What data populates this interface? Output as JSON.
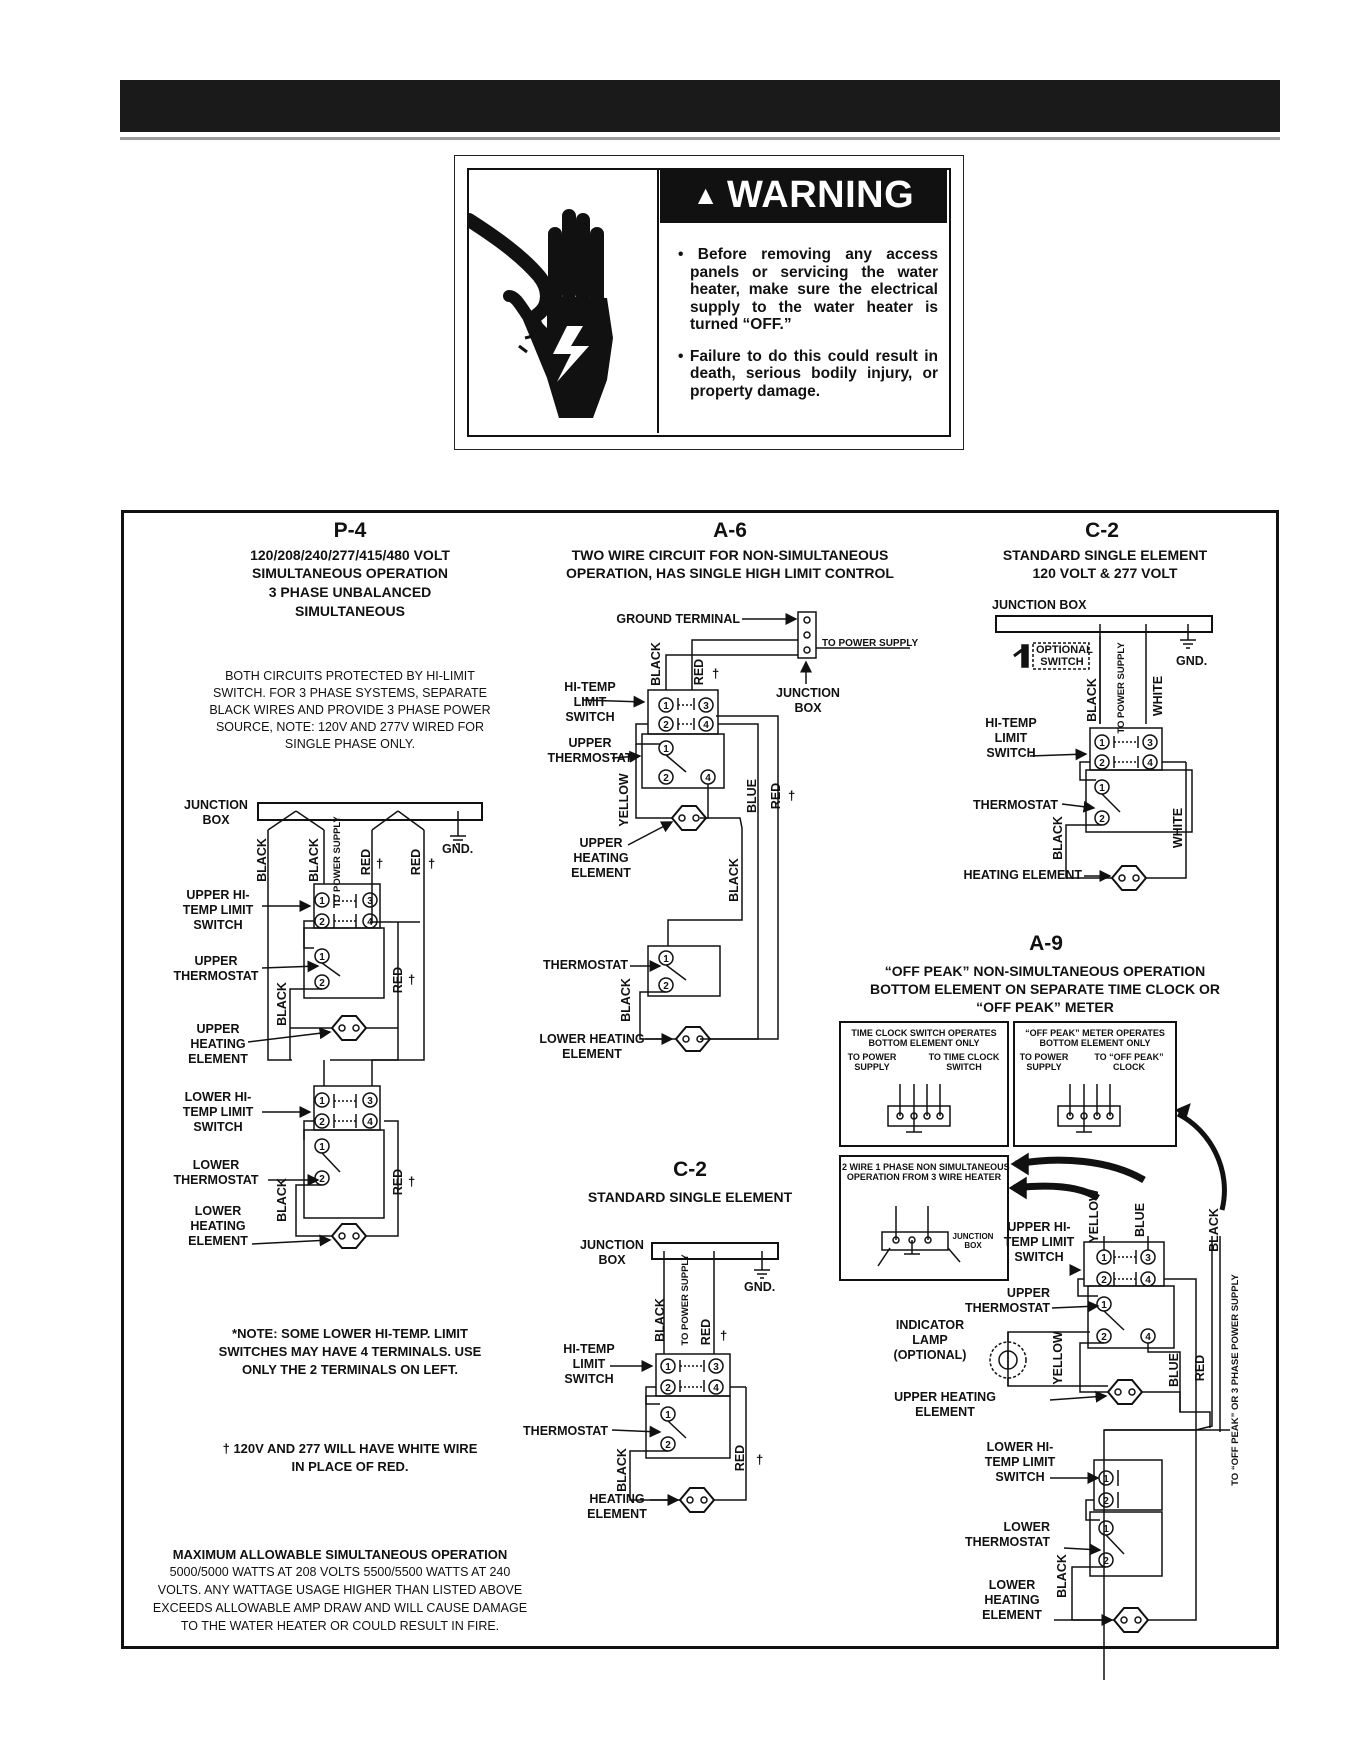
{
  "warning": {
    "heading": "WARNING",
    "bullet1": "Before removing any access panels or servicing the water heater, make sure the electrical supply to the water heater is turned “OFF.”",
    "bullet2": "Failure to do this could result in death, serious bodily injury, or property damage."
  },
  "p4": {
    "title": "P-4",
    "sub1": "120/208/240/277/415/480 VOLT",
    "sub2": "SIMULTANEOUS OPERATION",
    "sub3": "3 PHASE UNBALANCED",
    "sub4": "SIMULTANEOUS",
    "note1": "BOTH CIRCUITS PROTECTED BY HI-LIMIT",
    "note2": "SWITCH. FOR 3 PHASE SYSTEMS, SEPARATE",
    "note3": "BLACK WIRES AND PROVIDE 3 PHASE POWER",
    "note4": "SOURCE, NOTE: 120V AND 277V WIRED FOR",
    "note5": "SINGLE PHASE ONLY.",
    "junction_box": "JUNCTION BOX",
    "upper_limit": "UPPER HI-TEMP LIMIT SWITCH",
    "upper_thermostat": "UPPER THERMOSTAT",
    "upper_element": "UPPER HEATING ELEMENT",
    "lower_limit": "LOWER HI-TEMP LIMIT SWITCH",
    "lower_thermostat": "LOWER THERMOSTAT",
    "lower_element": "LOWER HEATING ELEMENT",
    "gnd": "GND.",
    "star_note1": "*NOTE: SOME LOWER HI-TEMP. LIMIT",
    "star_note2": "SWITCHES MAY HAVE 4 TERMINALS. USE",
    "star_note3": "ONLY THE 2 TERMINALS ON LEFT.",
    "dagger_note1": "† 120V AND 277 WILL HAVE WHITE WIRE",
    "dagger_note2": "IN PLACE OF RED.",
    "max_title": "MAXIMUM  ALLOWABLE SIMULTANEOUS OPERATION",
    "max1": "5000/5000 WATTS AT 208 VOLTS 5500/5500 WATTS AT 240",
    "max2": "VOLTS. ANY WATTAGE USAGE HIGHER THAN LISTED ABOVE",
    "max3": "EXCEEDS ALLOWABLE AMP DRAW AND WILL CAUSE DAMAGE",
    "max4": "TO THE WATER HEATER OR COULD RESULT IN FIRE."
  },
  "a6": {
    "title": "A-6",
    "sub1": "TWO WIRE CIRCUIT FOR NON-SIMULTANEOUS",
    "sub2": "OPERATION, HAS SINGLE HIGH LIMIT CONTROL",
    "ground_terminal": "GROUND TERMINAL",
    "to_power": "TO POWER SUPPLY",
    "junction_box": "JUNCTION BOX",
    "limit": "HI-TEMP LIMIT SWITCH",
    "upper_thermostat": "UPPER THERMOSTAT",
    "upper_element": "UPPER HEATING ELEMENT",
    "thermostat": "THERMOSTAT",
    "lower_element": "LOWER HEATING ELEMENT"
  },
  "c2a": {
    "title": "C-2",
    "sub1": "STANDARD SINGLE ELEMENT",
    "sub2": "120 VOLT & 277 VOLT",
    "junction_box": "JUNCTION BOX",
    "optional_switch": "OPTIONAL SWITCH",
    "gnd": "GND.",
    "limit": "HI-TEMP LIMIT SWITCH",
    "thermostat": "THERMOSTAT",
    "element": "HEATING ELEMENT"
  },
  "c2b": {
    "title": "C-2",
    "sub1": "STANDARD SINGLE ELEMENT",
    "junction_box": "JUNCTION BOX",
    "gnd": "GND.",
    "limit": "HI-TEMP LIMIT SWITCH",
    "thermostat": "THERMOSTAT",
    "element": "HEATING ELEMENT"
  },
  "a9": {
    "title": "A-9",
    "sub1": "“OFF PEAK” NON-SIMULTANEOUS OPERATION",
    "sub2": "BOTTOM ELEMENT ON SEPARATE TIME CLOCK OR",
    "sub3": "“OFF PEAK” METER",
    "box1_title1": "TIME CLOCK SWITCH OPERATES",
    "box1_title2": "BOTTOM ELEMENT ONLY",
    "box1_left": "TO POWER SUPPLY",
    "box1_right": "TO TIME CLOCK SWITCH",
    "box2_title1": "“OFF PEAK” METER OPERATES",
    "box2_title2": "BOTTOM ELEMENT ONLY",
    "box2_left": "TO POWER SUPPLY",
    "box2_right": "TO “OFF PEAK” CLOCK",
    "box3_title1": "2 WIRE 1 PHASE NON SIMULTANEOUS",
    "box3_title2": "OPERATION FROM 3 WIRE HEATER",
    "box3_jb": "JUNCTION BOX",
    "upper_limit": "UPPER HI-TEMP LIMIT SWITCH",
    "upper_thermostat": "UPPER THERMOSTAT",
    "indicator": "INDICATOR LAMP (OPTIONAL)",
    "upper_element": "UPPER HEATING ELEMENT",
    "lower_limit": "LOWER HI-TEMP LIMIT SWITCH",
    "lower_thermostat": "LOWER THERMOSTAT",
    "lower_element": "LOWER HEATING ELEMENT",
    "side_label": "TO “OFF PEAK” OR 3 PHASE POWER SUPPLY"
  },
  "wires": {
    "black": "BLACK",
    "red": "RED",
    "yellow": "YELLOW",
    "blue": "BLUE",
    "white": "WHITE",
    "to_power_supply": "TO POWER SUPPLY",
    "dagger": "†"
  }
}
